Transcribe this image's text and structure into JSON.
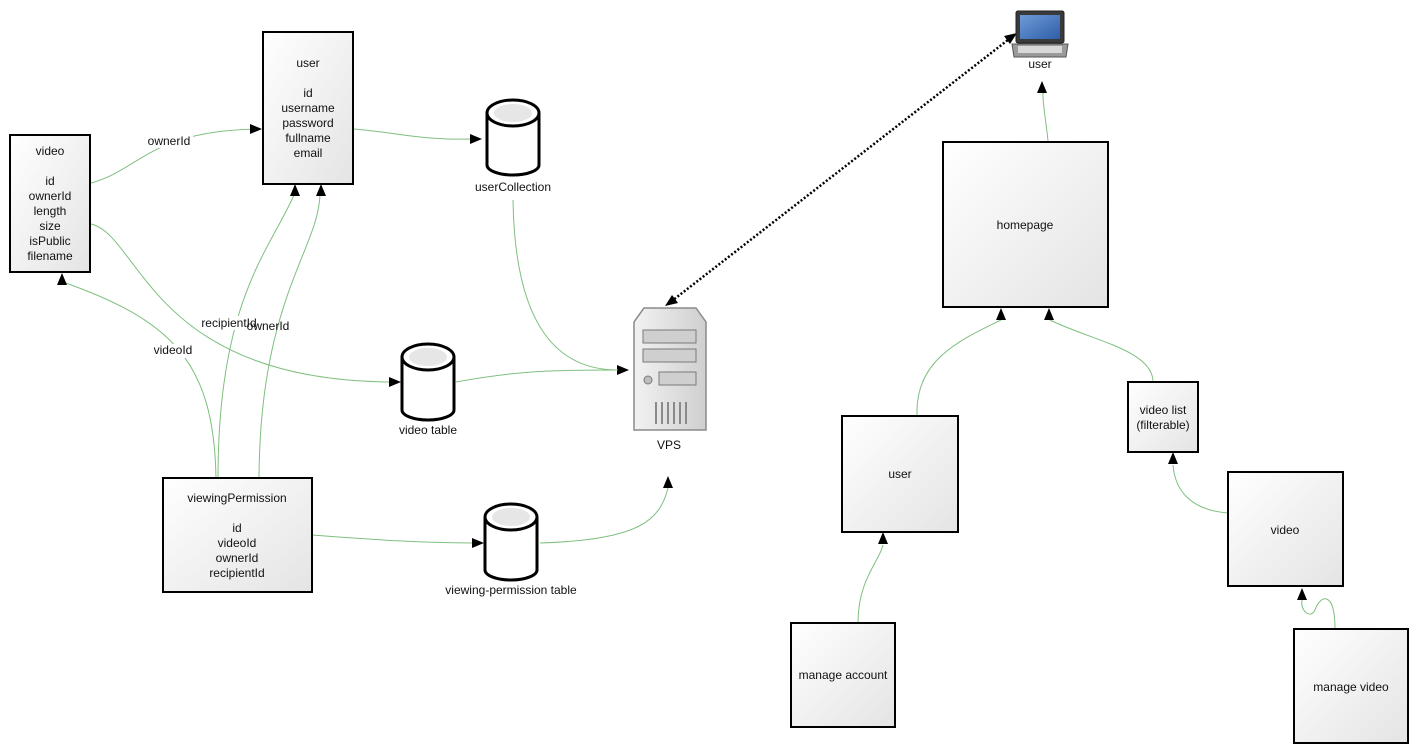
{
  "entities": {
    "video": {
      "title": "video",
      "fields": [
        "id",
        "ownerId",
        "length",
        "size",
        "isPublic",
        "filename"
      ]
    },
    "user": {
      "title": "user",
      "fields": [
        "id",
        "username",
        "password",
        "fullname",
        "email"
      ]
    },
    "viewingPermission": {
      "title": "viewingPermission",
      "fields": [
        "id",
        "videoId",
        "ownerId",
        "recipientId"
      ]
    }
  },
  "databases": {
    "user_collection": "userCollection",
    "video_table": "video table",
    "viewing_permission_table": "viewing-permission table"
  },
  "server": {
    "label": "VPS"
  },
  "client": {
    "label": "user"
  },
  "edge_labels": {
    "video_owner": "ownerId",
    "vp_recipient": "recipientId",
    "vp_owner": "ownerId",
    "vp_video": "videoId"
  },
  "pages": {
    "homepage": "homepage",
    "user": "user",
    "video_list_line1": "video list",
    "video_list_line2": "(filterable)",
    "video": "video",
    "manage_account": "manage account",
    "manage_video": "manage video"
  },
  "colors": {
    "edge": "#7fbf7f",
    "box_border": "#000000",
    "box_fill_start": "#ffffff",
    "box_fill_end": "#e8e8e8"
  }
}
